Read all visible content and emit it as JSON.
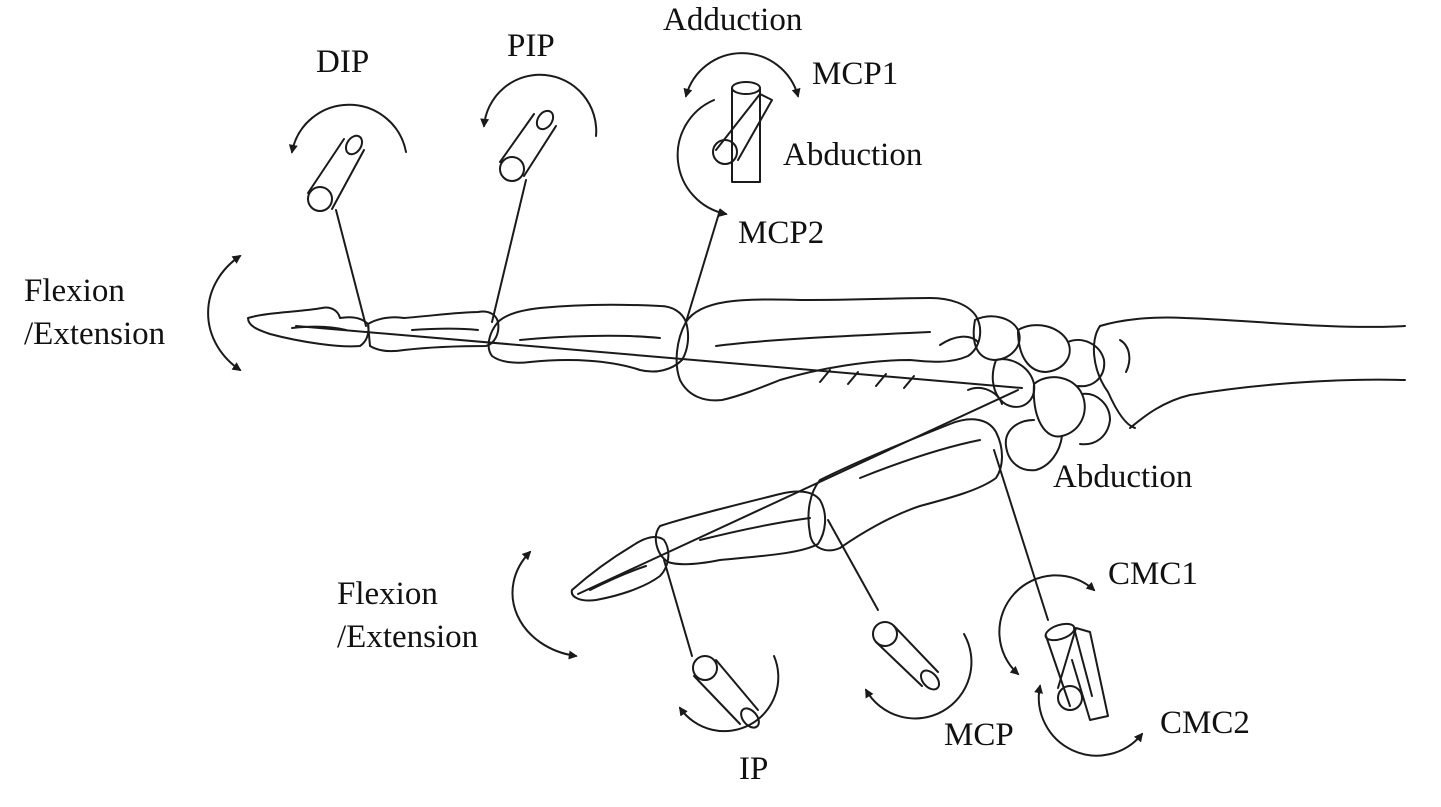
{
  "finger": {
    "dip": "DIP",
    "pip": "PIP",
    "mcp1": "MCP1",
    "mcp2": "MCP2",
    "adduction": "Adduction",
    "abduction": "Abduction",
    "flexion": "Flexion",
    "extension": "/Extension"
  },
  "thumb": {
    "ip": "IP",
    "mcp": "MCP",
    "cmc1": "CMC1",
    "cmc2": "CMC2",
    "abduction": "Abduction",
    "flexion": "Flexion",
    "extension": "/Extension"
  },
  "colors": {
    "stroke": "#1a1a1a",
    "label": "#111111",
    "background": "#ffffff"
  }
}
